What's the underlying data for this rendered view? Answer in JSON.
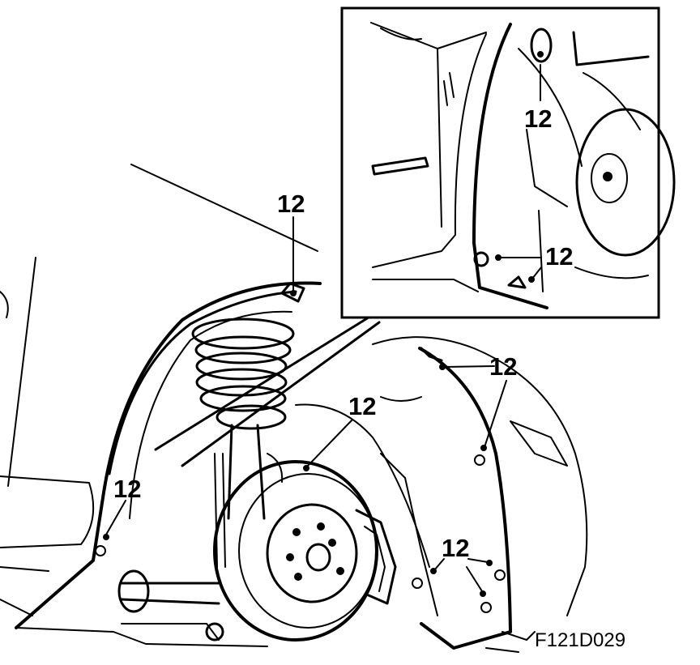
{
  "figure": {
    "code": "F121D029",
    "callout_label": "12"
  },
  "callouts": {
    "main_top": "12",
    "main_left": "12",
    "main_center": "12",
    "main_right_upper": "12",
    "main_right_lower": "12",
    "inset_top": "12",
    "inset_bottom": "12"
  },
  "colors": {
    "ink": "#000000",
    "paper": "#ffffff"
  }
}
